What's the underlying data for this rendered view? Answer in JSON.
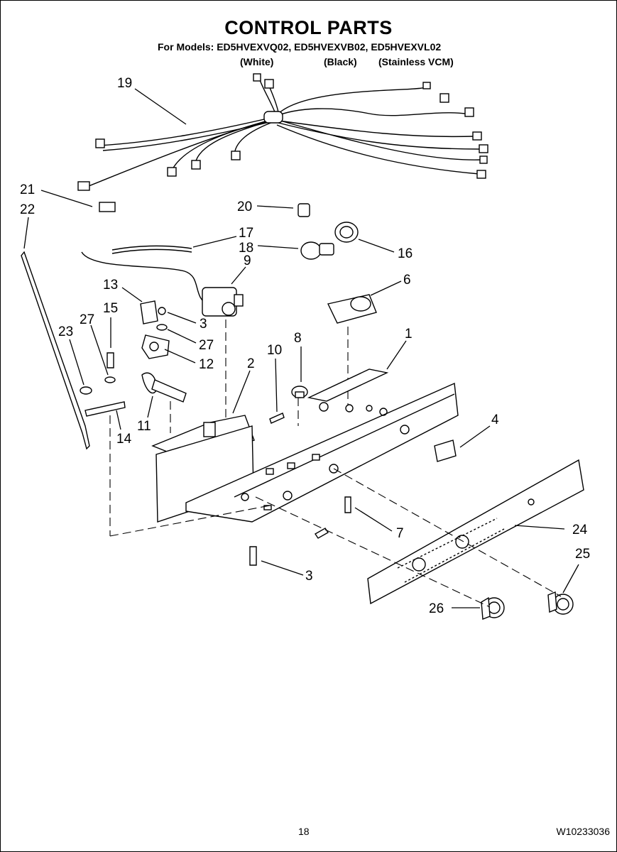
{
  "header": {
    "title": "CONTROL PARTS",
    "models_line": "For Models: ED5HVEXVQ02, ED5HVEXVB02, ED5HVEXVL02",
    "variants": [
      "(White)",
      "(Black)",
      "(Stainless VCM)"
    ]
  },
  "callouts": [
    "19",
    "21",
    "22",
    "20",
    "17",
    "18",
    "16",
    "9",
    "6",
    "13",
    "15",
    "3",
    "27",
    "23",
    "27",
    "12",
    "8",
    "10",
    "2",
    "1",
    "11",
    "14",
    "4",
    "7",
    "24",
    "3",
    "25",
    "26"
  ],
  "footer": {
    "page_number": "18",
    "document_number": "W10233036"
  }
}
